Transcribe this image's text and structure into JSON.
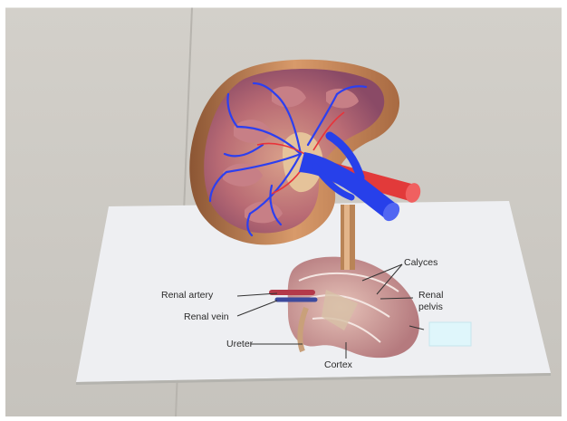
{
  "diagram": {
    "labels": {
      "calyces": "Calyces",
      "renal_artery": "Renal artery",
      "renal_pelvis_line1": "Renal",
      "renal_pelvis_line2": "pelvis",
      "renal_vein": "Renal vein",
      "ureter": "Ureter",
      "cortex": "Cortex"
    }
  },
  "colors": {
    "floor": "#cdcac4",
    "paper": "#eeeff2",
    "kidney_capsule": "#b9774b",
    "cortex_tissue": "#a65a6a",
    "artery": "#e23a3a",
    "vein": "#2740ea",
    "overlay_box": "#dff6fb"
  },
  "icons": {
    "ar_overlay": "ar-marker-icon"
  }
}
